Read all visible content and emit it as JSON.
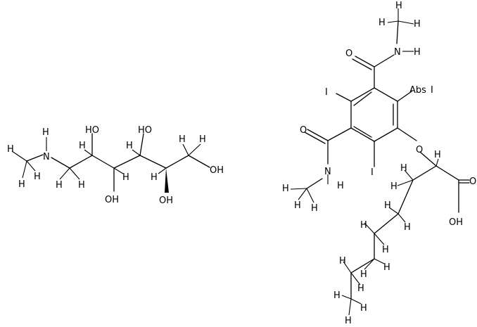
{
  "molecules": [
    {
      "atoms": {
        "hydrogen": "H",
        "nitrogen": "N",
        "oxygen": "O",
        "hydroxyl_pos2": "HO",
        "hydroxyl_pos3": "OH",
        "hydroxyl_pos4": "HO",
        "hydroxyl_pos5": "OH",
        "hydroxyl_pos6": "OH"
      }
    },
    {
      "atoms": {
        "hydrogen": "H",
        "nitrogen": "N",
        "oxygen": "O",
        "iodine": "I",
        "abs_label": "Abs",
        "acid": "OH",
        "ether_oxygen": "O"
      }
    }
  ]
}
